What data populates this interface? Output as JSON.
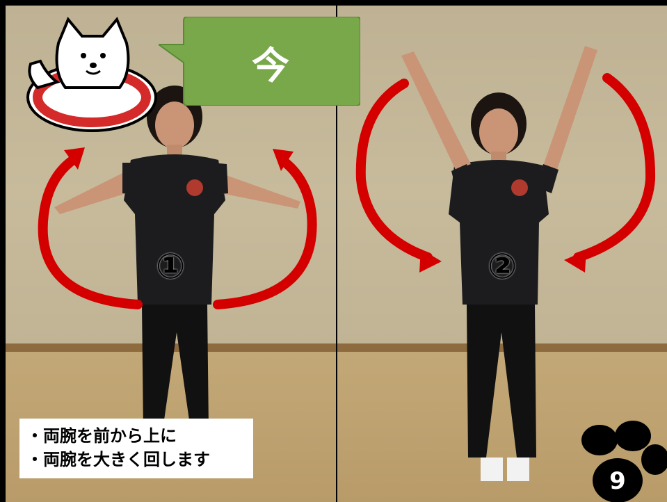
{
  "speech_bubble": {
    "text": "今",
    "color": "#78a84a"
  },
  "steps": [
    {
      "label": "①"
    },
    {
      "label": "②"
    }
  ],
  "caption": {
    "lines": [
      "・両腕を前から上に",
      "・両腕を大きく回します"
    ]
  },
  "page_number": "9",
  "colors": {
    "arrow": "#e00000",
    "bubble": "#78a84a",
    "shirt": "#1a1a1a"
  }
}
